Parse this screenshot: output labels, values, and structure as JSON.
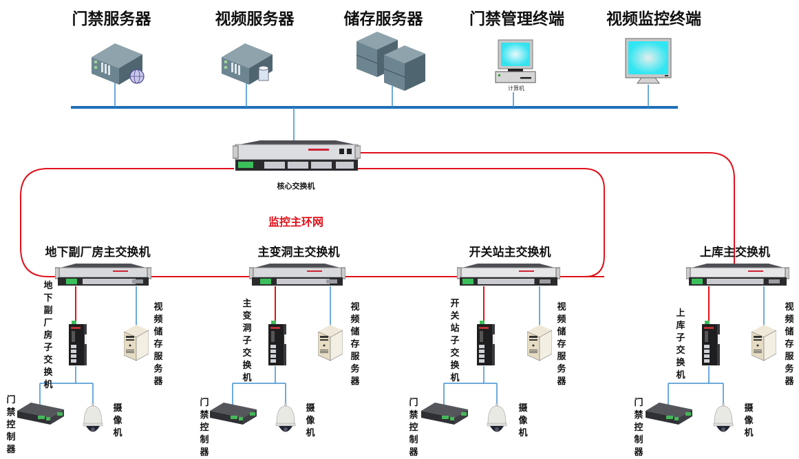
{
  "title": "门禁与视频监控系统网络拓扑图",
  "colors": {
    "ring": "#e0101a",
    "backbone": "#1f6fb8",
    "link": "#3b8fcf",
    "text": "#111111"
  },
  "top_devices": [
    {
      "label": "门禁服务器",
      "icon": "rack-server-globe-icon"
    },
    {
      "label": "视频服务器",
      "icon": "rack-server-database-icon"
    },
    {
      "label": "储存服务器",
      "icon": "storage-server-cluster-icon"
    },
    {
      "label": "门禁管理终端",
      "icon": "desktop-computer-icon",
      "caption": "计算机"
    },
    {
      "label": "视频监控终端",
      "icon": "monitor-icon"
    }
  ],
  "core_switch": {
    "label": "核心交换机"
  },
  "ring_label": "监控主环网",
  "stations": [
    {
      "main_switch": "地下副厂房主交换机",
      "sub_switch": "地下副厂房子交换机",
      "storage": "视频储存服务器",
      "access_controller": "门禁控制器",
      "camera": "摄像机"
    },
    {
      "main_switch": "主变洞主交换机",
      "sub_switch": "主变洞子交换机",
      "storage": "视频储存服务器",
      "access_controller": "门禁控制器",
      "camera": "摄像机"
    },
    {
      "main_switch": "开关站主交换机",
      "sub_switch": "开关站子交换机",
      "storage": "视频储存服务器",
      "access_controller": "门禁控制器",
      "camera": "摄像机"
    },
    {
      "main_switch": "上库主交换机",
      "sub_switch": "上库子交换机",
      "storage": "视频储存服务器",
      "access_controller": "门禁控制器",
      "camera": "摄像机"
    }
  ]
}
